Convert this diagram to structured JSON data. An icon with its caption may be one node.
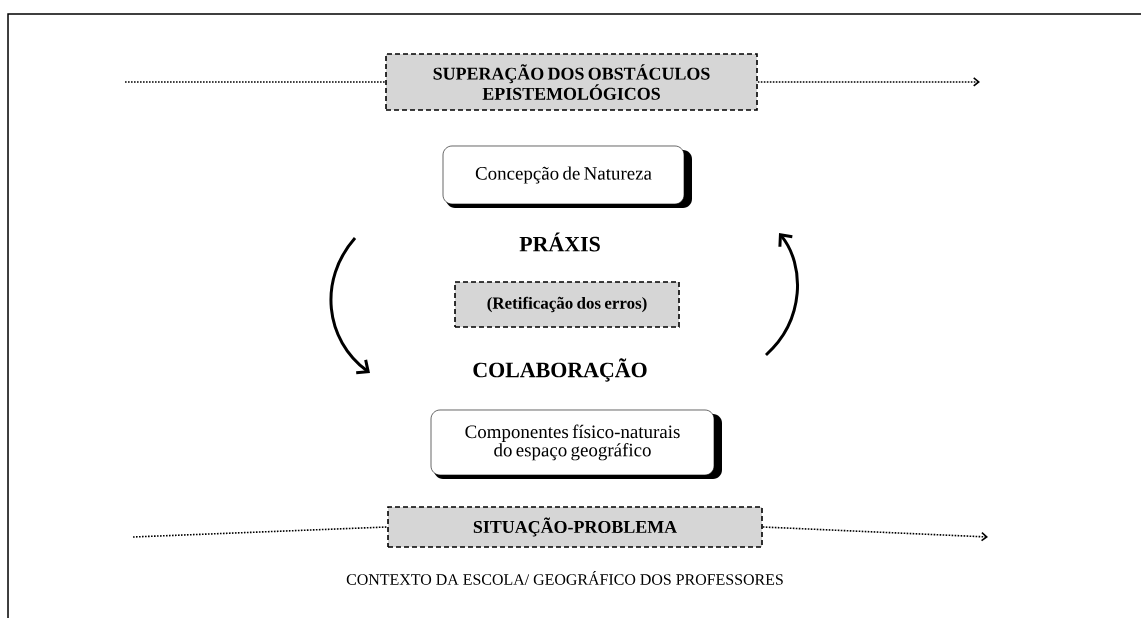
{
  "diagram": {
    "nodes": [
      {
        "text": [
          "SUPERAÇÃO DOS OBSTÁCULOS EPISTEMOLÓGICOS"
        ]
      },
      {
        "text": [
          "Concepção de Natureza"
        ]
      },
      {
        "text": [
          "(Retificação dos erros)"
        ]
      },
      {
        "text": [
          "Componentes físico-naturais do espaço geográfico"
        ]
      },
      {
        "text": [
          "SITUAÇÃO-PROBLEMA"
        ]
      }
    ],
    "edges": [
      {
        "from": null,
        "to": 0,
        "arrow": "none",
        "style": "dashed"
      },
      {
        "from": 0,
        "to": null,
        "arrow": "to",
        "style": "dashed"
      },
      {
        "from": null,
        "to": 4,
        "arrow": "none",
        "style": "dashed"
      },
      {
        "from": 4,
        "to": null,
        "arrow": "to",
        "style": "dashed"
      }
    ],
    "labels": [
      "PRÁXIS",
      "COLABORAÇÃO",
      "CONTEXTO DA ESCOLA/ GEOGRÁFICO DOS PROFESSORES"
    ]
  }
}
